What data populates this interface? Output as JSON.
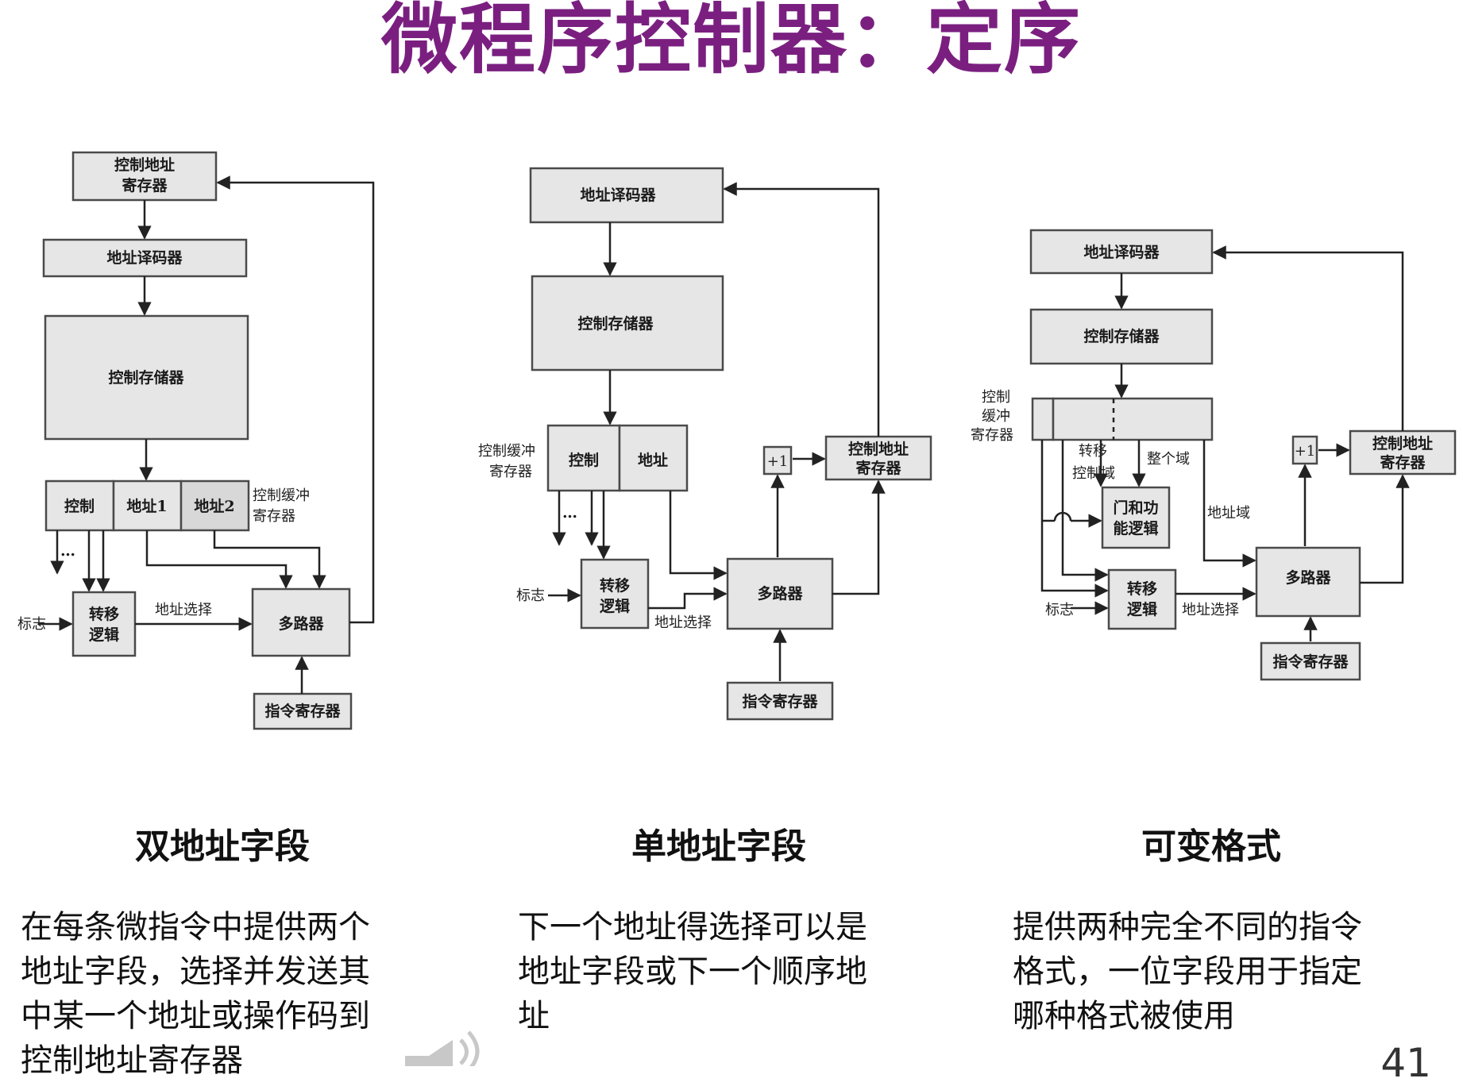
{
  "title": "微程序控制器：定序",
  "page_number": "41",
  "colors": {
    "title": "#7a1f80"
  },
  "diagram1": {
    "car": [
      "控制地址",
      "寄存器"
    ],
    "decoder": "地址译码器",
    "memory": "控制存储器",
    "field_ctrl": "控制",
    "field_addr1": "地址1",
    "field_addr2": "地址2",
    "cbr": [
      "控制缓冲",
      "寄存器"
    ],
    "dots": "…",
    "branch": [
      "转移",
      "逻辑"
    ],
    "flag": "标志",
    "addr_select": "地址选择",
    "mux": "多路器",
    "ir": "指令寄存器"
  },
  "diagram2": {
    "decoder": "地址译码器",
    "memory": "控制存储器",
    "cbr": [
      "控制缓冲",
      "寄存器"
    ],
    "field_ctrl": "控制",
    "field_addr": "地址",
    "dots": "…",
    "plus1": "+1",
    "car": [
      "控制地址",
      "寄存器"
    ],
    "flag": "标志",
    "branch": [
      "转移",
      "逻辑"
    ],
    "addr_select": "地址选择",
    "mux": "多路器",
    "ir": "指令寄存器"
  },
  "diagram3": {
    "decoder": "地址译码器",
    "memory": "控制存储器",
    "cbr": [
      "控制",
      "缓冲",
      "寄存器"
    ],
    "branch_ctrl": [
      "转移",
      "控制域"
    ],
    "whole_field": "整个域",
    "gate": [
      "门和功",
      "能逻辑"
    ],
    "addr_field": "地址域",
    "plus1": "+1",
    "car": [
      "控制地址",
      "寄存器"
    ],
    "flag": "标志",
    "branch": [
      "转移",
      "逻辑"
    ],
    "addr_select": "地址选择",
    "mux": "多路器",
    "ir": "指令寄存器"
  },
  "sections": [
    {
      "title": "双地址字段",
      "desc": [
        "在每条微指令中提供两个",
        "地址字段，选择并发送其",
        "中某一个地址或操作码到",
        "控制地址寄存器"
      ]
    },
    {
      "title": "单地址字段",
      "desc": [
        "下一个地址得选择可以是",
        "地址字段或下一个顺序地",
        "址"
      ]
    },
    {
      "title": "可变格式",
      "desc": [
        "提供两种完全不同的指令",
        "格式，一位字段用于指定",
        "哪种格式被使用"
      ]
    }
  ]
}
